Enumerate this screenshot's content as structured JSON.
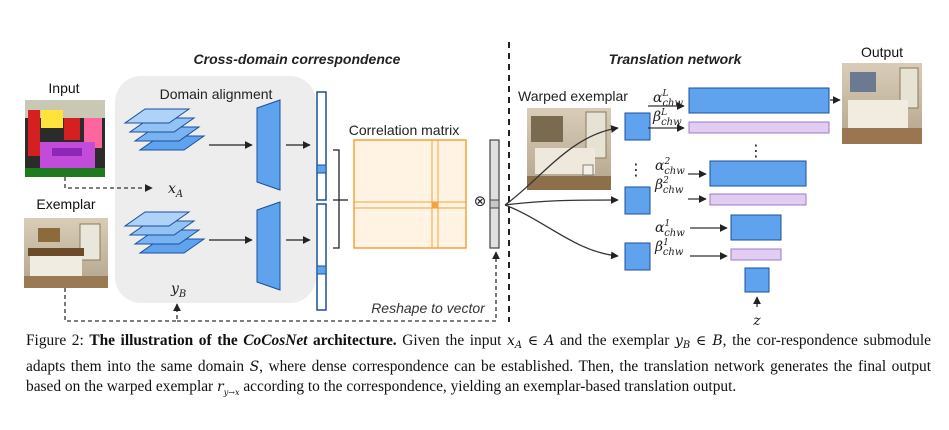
{
  "figure": {
    "section_left": "Cross-domain correspondence",
    "section_right": "Translation network",
    "label_input": "Input",
    "label_exemplar": "Exemplar",
    "label_domain_alignment": "Domain alignment",
    "label_correlation": "Correlation matrix",
    "label_warped": "Warped exemplar",
    "label_output": "Output",
    "label_reshape": "Reshape to vector",
    "label_xA": "x",
    "label_xA_sub": "A",
    "label_yB": "y",
    "label_yB_sub": "B",
    "label_z": "z",
    "label_otimes": "⊗",
    "label_alpha": "α",
    "label_beta": "β",
    "label_chw": "chw",
    "level_L": "L",
    "level_2": "2",
    "level_1": "1",
    "dots_vertical": "⋮",
    "colors": {
      "blue_fill": "#5fa3ef",
      "blue_stroke": "#1b4f9a",
      "purple_fill": "#e1ccf2",
      "purple_stroke": "#9d7bc7",
      "orange": "#f6a23a",
      "orange_fill": "#fff3e4",
      "panel": "#ededed"
    }
  },
  "caption": {
    "fig_label": "Figure 2:",
    "bold_title_a": "The illustration of the",
    "bold_title_italic": "CoCosNet",
    "bold_title_b": "architecture.",
    "text_1": "Given the input",
    "x_sym": "x",
    "x_sub": "A",
    "in_1": "∈ A",
    "text_2": "and the exemplar",
    "y_sym": "y",
    "y_sub": "B",
    "in_2": "∈ B",
    "text_3": ", the cor-respondence submodule adapts them into the same domain",
    "s_sym": "S",
    "text_4": ", where dense correspondence can be established. Then, the translation network generates the final output based on the warped exemplar",
    "r_sym": "r",
    "r_sub": "y→x",
    "text_5": "according to the correspondence, yielding an exemplar-based translation output."
  }
}
